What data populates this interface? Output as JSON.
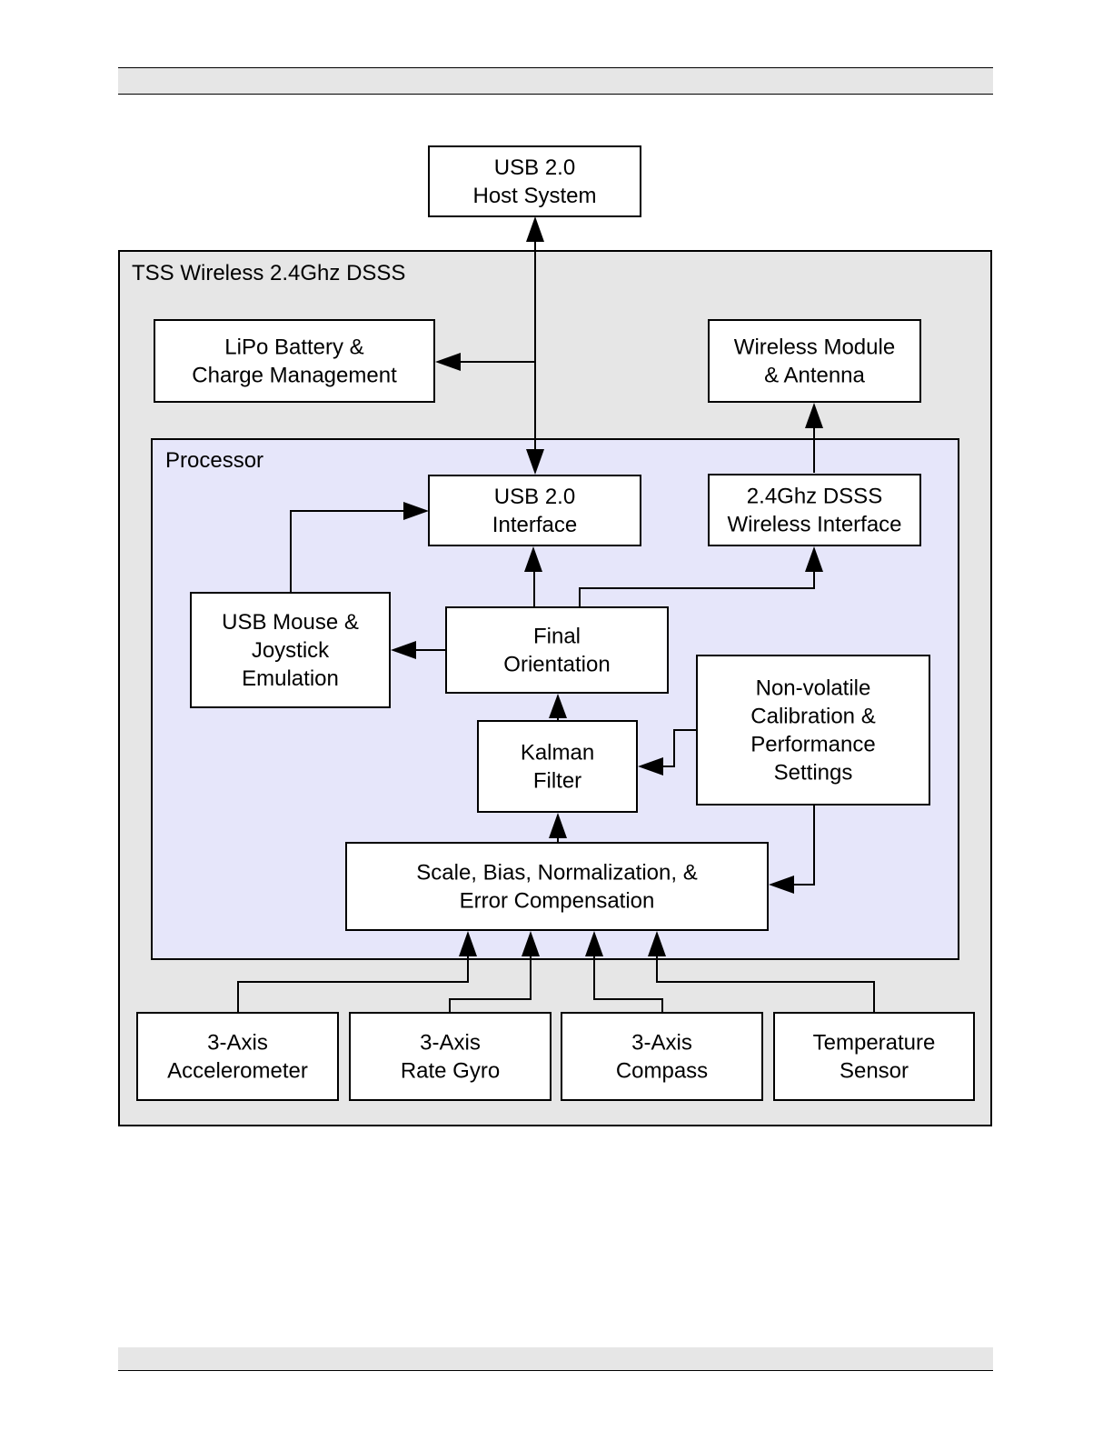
{
  "outer_container": {
    "label": "TSS Wireless 2.4Ghz DSSS"
  },
  "processor_container": {
    "label": "Processor"
  },
  "blocks": {
    "usb_host": [
      "USB 2.0",
      "Host System"
    ],
    "lipo": [
      "LiPo Battery &",
      "Charge Management"
    ],
    "wireless_module": [
      "Wireless Module",
      "& Antenna"
    ],
    "usb_interface": [
      "USB 2.0",
      "Interface"
    ],
    "dsss_interface": [
      "2.4Ghz DSSS",
      "Wireless Interface"
    ],
    "usb_mouse": [
      "USB Mouse &",
      "Joystick",
      "Emulation"
    ],
    "final_orientation": [
      "Final",
      "Orientation"
    ],
    "nonvolatile": [
      "Non-volatile",
      "Calibration &",
      "Performance",
      "Settings"
    ],
    "kalman": [
      "Kalman",
      "Filter"
    ],
    "scale_bias": [
      "Scale, Bias, Normalization, &",
      "Error Compensation"
    ],
    "accelerometer": [
      "3-Axis",
      "Accelerometer"
    ],
    "rate_gyro": [
      "3-Axis",
      "Rate Gyro"
    ],
    "compass": [
      "3-Axis",
      "Compass"
    ],
    "temperature": [
      "Temperature",
      "Sensor"
    ]
  }
}
